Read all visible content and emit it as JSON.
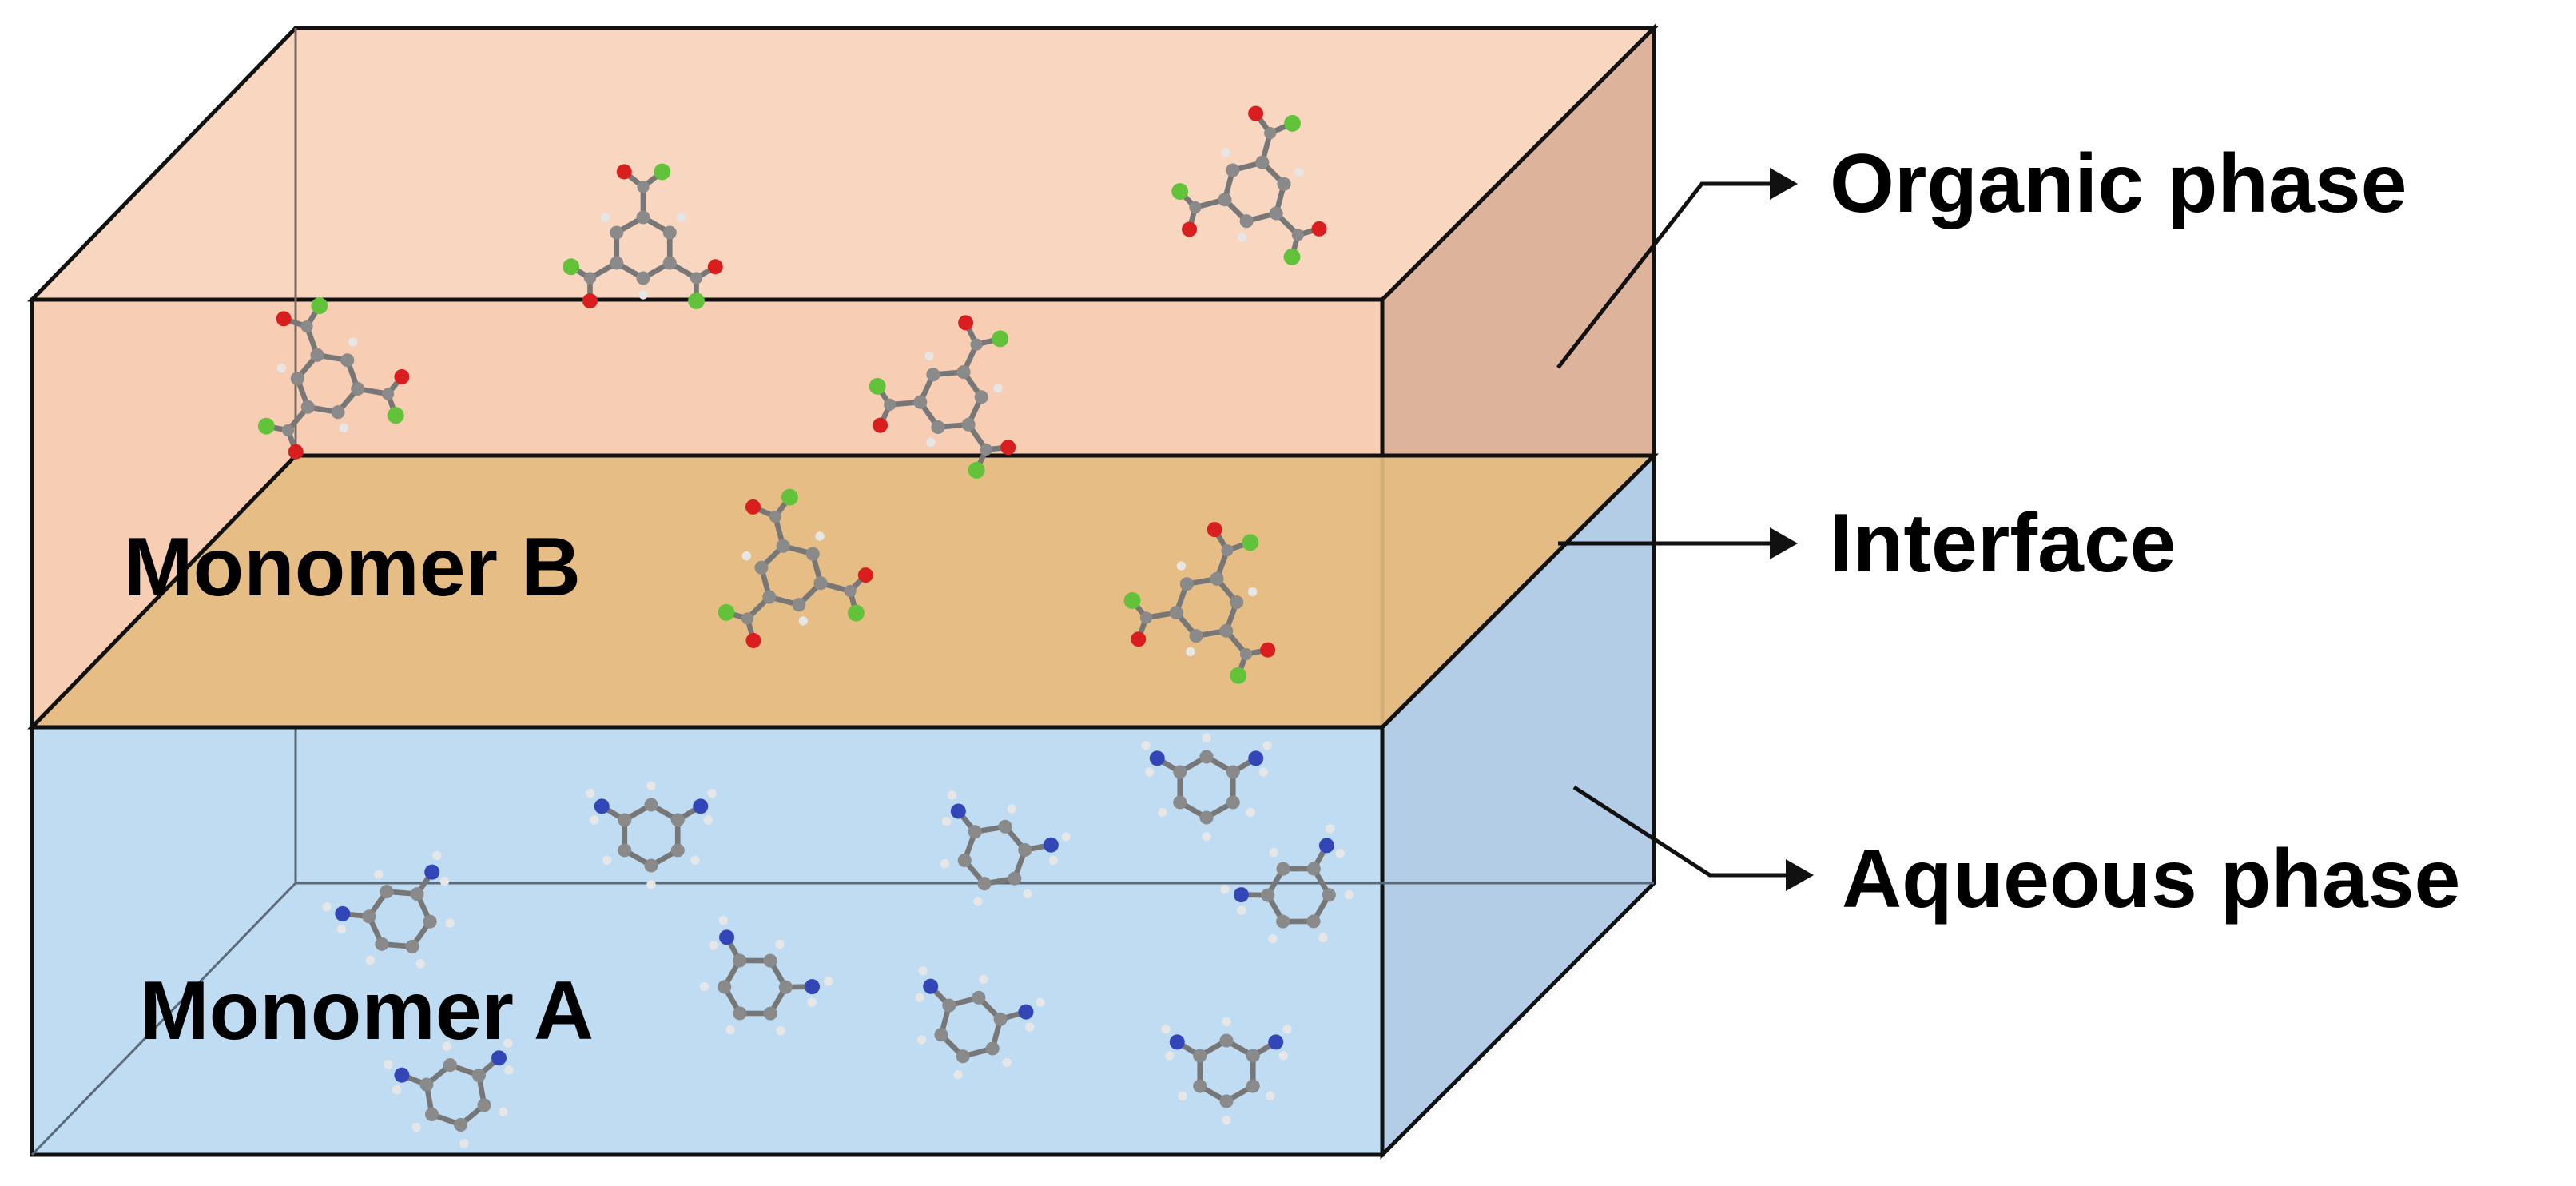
{
  "labels": {
    "organic_phase": "Organic phase",
    "interface": "Interface",
    "aqueous_phase": "Aqueous phase",
    "monomer_b": "Monomer B",
    "monomer_a": "Monomer A"
  },
  "colors": {
    "organic_front": "#f7cdb4",
    "organic_top": "#f9d6c0",
    "organic_side": "#ddb39c",
    "interface_plane": "#e5bc82",
    "aqueous_front": "#bfdcf3",
    "aqueous_side": "#b3cde6",
    "outline": "#111111",
    "atom_carbon": "#8a8a8a",
    "atom_hydrogen": "#e6e6e6",
    "atom_oxygen": "#d81e1e",
    "atom_chlorine": "#62c23a",
    "atom_nitrogen": "#3346b8"
  },
  "molecules": {
    "monomer_b_type": "acyl-chloride-molecule",
    "monomer_a_type": "diamine-molecule"
  }
}
